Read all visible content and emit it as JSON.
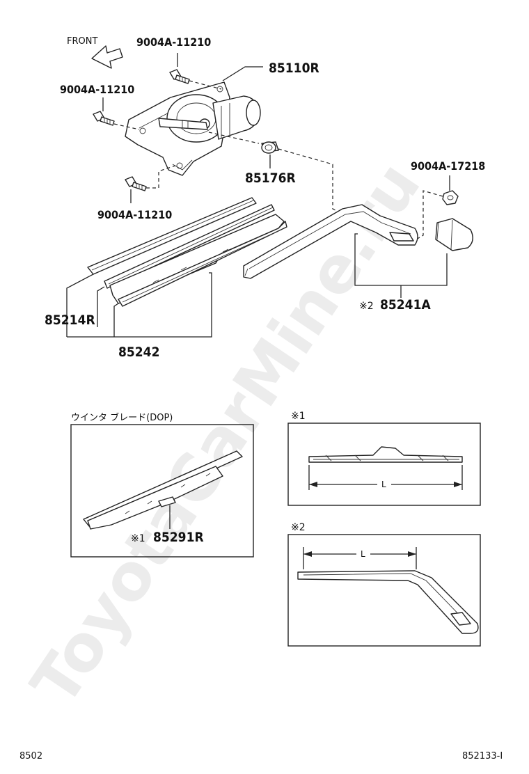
{
  "front_label": "FRONT",
  "watermark": "ToyotaCarMine.ru",
  "callouts": {
    "bolt_top": "9004A-11210",
    "bolt_left": "9004A-11210",
    "bolt_bottom": "9004A-11210",
    "motor": "85110R",
    "grommet": "85176R",
    "nut": "9004A-17218",
    "blade": "85214R",
    "rubber": "85242",
    "arm_mark": "※2",
    "arm": "85241A"
  },
  "winter_blade": {
    "title": "ウインタ ブレード(DOP)",
    "mark": "※1",
    "part": "85291R"
  },
  "detail1": {
    "title": "※1",
    "dim": "L"
  },
  "detail2": {
    "title": "※2",
    "dim": "L"
  },
  "footer": {
    "page": "8502",
    "code": "852133-I"
  }
}
